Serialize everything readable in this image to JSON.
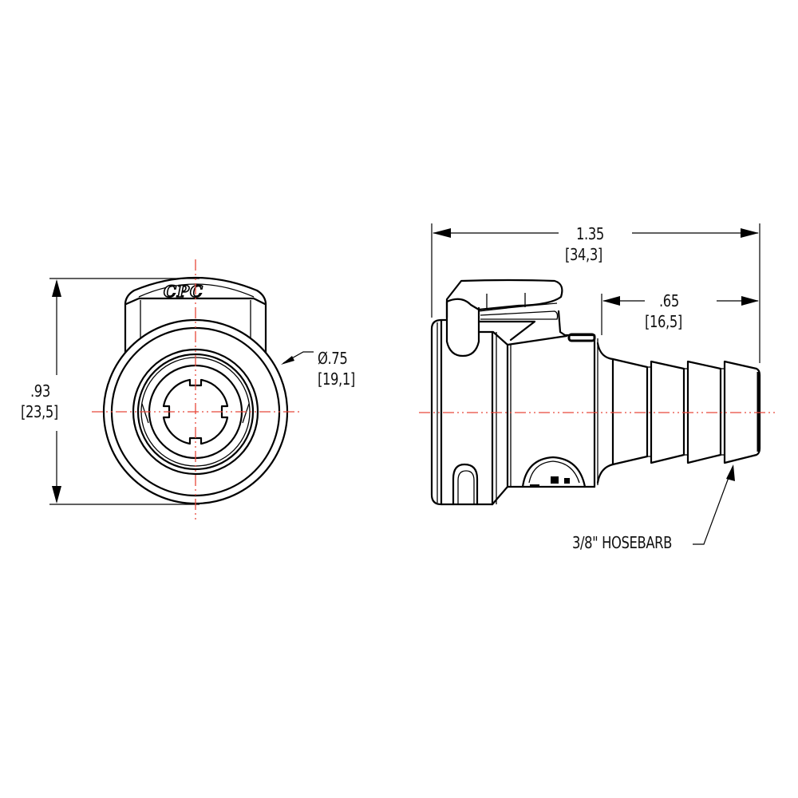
{
  "drawing": {
    "subject": "CPC quick-disconnect coupling body with hose barb",
    "logo_text": "CPC",
    "line_color": "#000000",
    "centerline_color": "#e8473a",
    "background": "#ffffff"
  },
  "front_view": {
    "height_dim": {
      "inch": ".93",
      "mm": "[23,5]"
    },
    "diameter_dim": {
      "inch": "Ø.75",
      "mm": "[19,1]"
    }
  },
  "side_view": {
    "overall_length_dim": {
      "inch": "1.35",
      "mm": "[34,3]"
    },
    "barb_length_dim": {
      "inch": ".65",
      "mm": "[16,5]"
    },
    "callout": "3/8\" HOSEBARB"
  }
}
